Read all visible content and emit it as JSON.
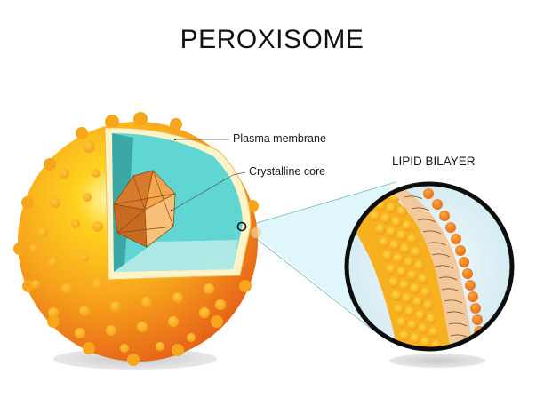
{
  "title": "PEROXISOME",
  "labels": {
    "plasma_membrane": "Plasma membrane",
    "crystalline_core": "Crystalline core",
    "lipid_bilayer": "LIPID BILAYER"
  },
  "colors": {
    "sphere_light": "#ffd21f",
    "sphere_mid": "#f7a51b",
    "sphere_dark": "#e8641a",
    "cytoplasm_teal": "#5fd6d2",
    "membrane_cream": "#fff3c8",
    "core_orange": "#f2a24a",
    "zoom_bg": "#e3f3f8",
    "zoom_cone": "#dff7fb"
  }
}
